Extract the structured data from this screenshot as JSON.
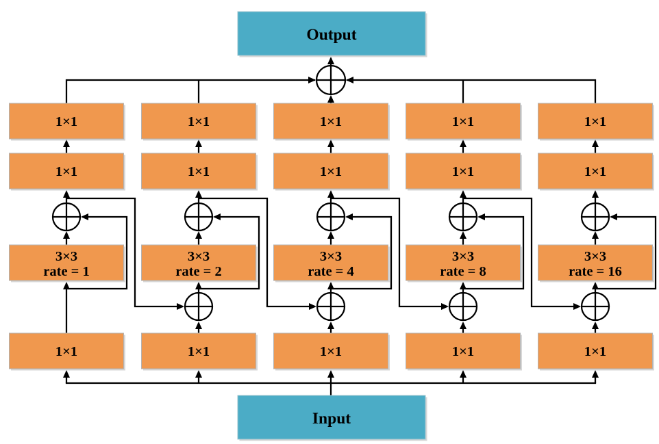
{
  "diagram": {
    "output_label": "Output",
    "input_label": "Input",
    "columns": [
      {
        "top_conv": "1×1",
        "mid_conv": "1×1",
        "atrous_kernel": "3×3",
        "atrous_rate": "rate = 1",
        "bottom_conv": "1×1"
      },
      {
        "top_conv": "1×1",
        "mid_conv": "1×1",
        "atrous_kernel": "3×3",
        "atrous_rate": "rate = 2",
        "bottom_conv": "1×1"
      },
      {
        "top_conv": "1×1",
        "mid_conv": "1×1",
        "atrous_kernel": "3×3",
        "atrous_rate": "rate = 4",
        "bottom_conv": "1×1"
      },
      {
        "top_conv": "1×1",
        "mid_conv": "1×1",
        "atrous_kernel": "3×3",
        "atrous_rate": "rate = 8",
        "bottom_conv": "1×1"
      },
      {
        "top_conv": "1×1",
        "mid_conv": "1×1",
        "atrous_kernel": "3×3",
        "atrous_rate": "rate = 16",
        "bottom_conv": "1×1"
      }
    ],
    "colors": {
      "conv_block": "#F0984E",
      "io_block": "#4BACC6",
      "connector": "#000000"
    }
  }
}
